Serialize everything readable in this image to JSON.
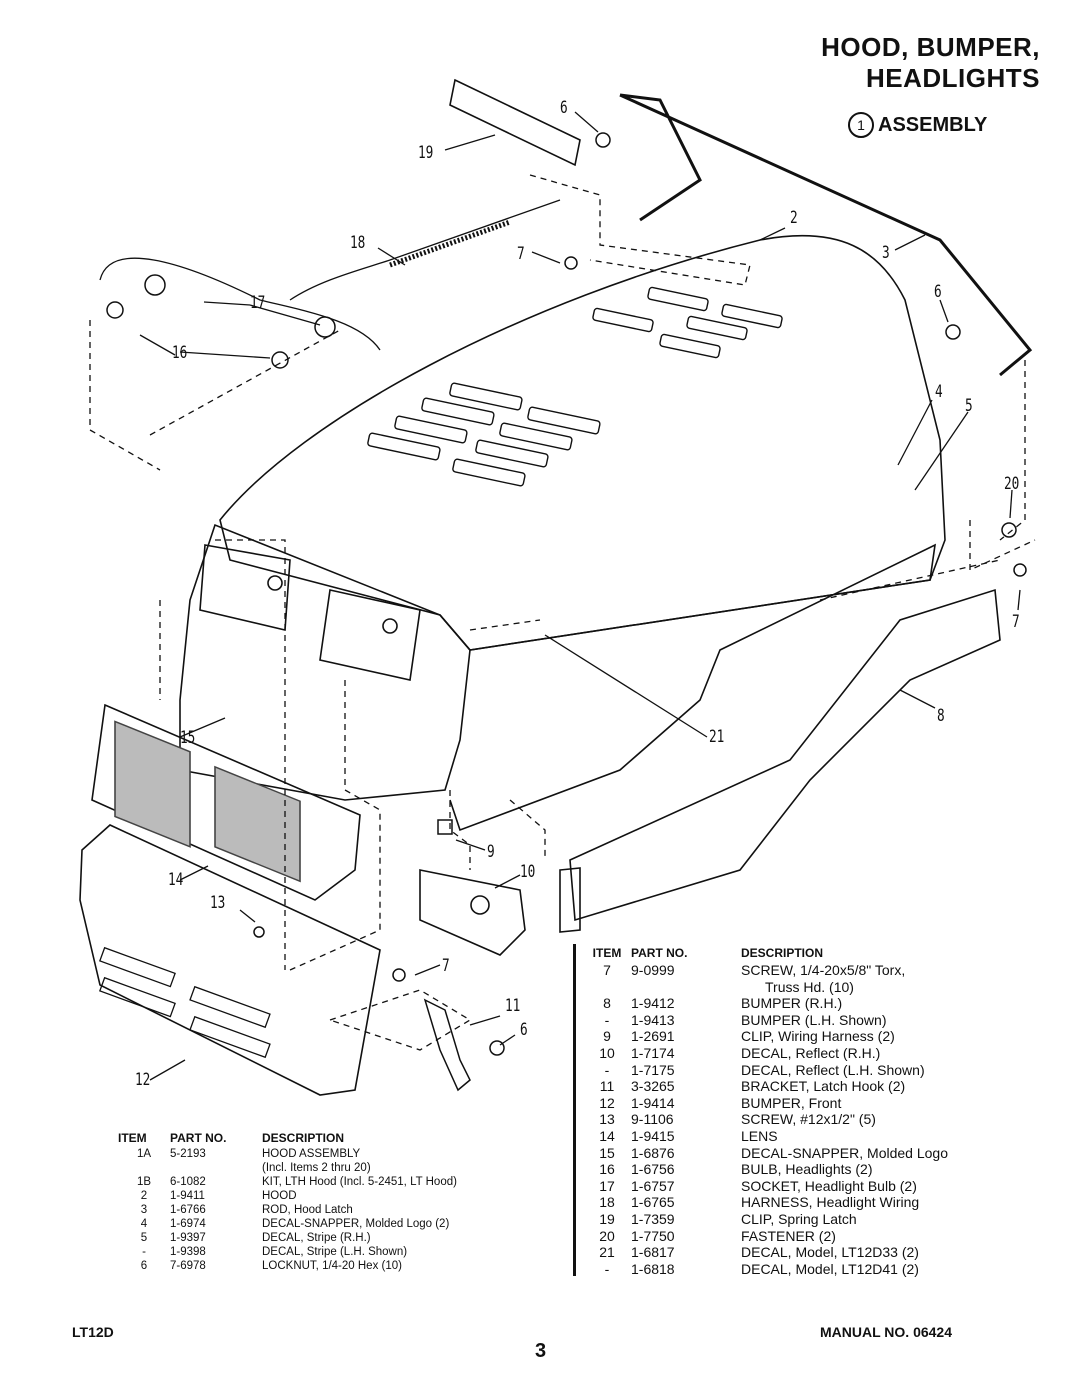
{
  "title": "HOOD, BUMPER, HEADLIGHTS",
  "assembly": {
    "number": "1",
    "label": "ASSEMBLY"
  },
  "callouts": [
    "6",
    "19",
    "18",
    "7",
    "2",
    "3",
    "6",
    "17",
    "16",
    "4",
    "5",
    "20",
    "7",
    "8",
    "15",
    "21",
    "9",
    "10",
    "14",
    "13",
    "7",
    "11",
    "6",
    "12"
  ],
  "left_table": {
    "headers": [
      "ITEM",
      "PART NO.",
      "DESCRIPTION"
    ],
    "rows": [
      [
        "1A",
        "5-2193",
        "HOOD ASSEMBLY"
      ],
      [
        "",
        "",
        "(Incl. Items 2 thru 20)"
      ],
      [
        "1B",
        "6-1082",
        "KIT, LTH Hood (Incl. 5-2451, LT Hood)"
      ],
      [
        "2",
        "1-9411",
        "HOOD"
      ],
      [
        "3",
        "1-6766",
        "ROD, Hood Latch"
      ],
      [
        "4",
        "1-6974",
        "DECAL-SNAPPER, Molded Logo (2)"
      ],
      [
        "5",
        "1-9397",
        "DECAL, Stripe (R.H.)"
      ],
      [
        "-",
        "1-9398",
        "DECAL, Stripe (L.H. Shown)"
      ],
      [
        "6",
        "7-6978",
        "LOCKNUT, 1/4-20 Hex (10)"
      ]
    ]
  },
  "right_table": {
    "headers": [
      "ITEM",
      "PART NO.",
      "DESCRIPTION"
    ],
    "rows": [
      [
        "7",
        "9-0999",
        "SCREW, 1/4-20x5/8\" Torx,"
      ],
      [
        "",
        "",
        "Truss Hd. (10)"
      ],
      [
        "8",
        "1-9412",
        "BUMPER (R.H.)"
      ],
      [
        "-",
        "1-9413",
        "BUMPER (L.H. Shown)"
      ],
      [
        "9",
        "1-2691",
        "CLIP, Wiring Harness (2)"
      ],
      [
        "10",
        "1-7174",
        "DECAL, Reflect (R.H.)"
      ],
      [
        "-",
        "1-7175",
        "DECAL, Reflect (L.H. Shown)"
      ],
      [
        "11",
        "3-3265",
        "BRACKET, Latch Hook (2)"
      ],
      [
        "12",
        "1-9414",
        "BUMPER, Front"
      ],
      [
        "13",
        "9-1106",
        "SCREW, #12x1/2\" (5)"
      ],
      [
        "14",
        "1-9415",
        "LENS"
      ],
      [
        "15",
        "1-6876",
        "DECAL-SNAPPER, Molded Logo"
      ],
      [
        "16",
        "1-6756",
        "BULB, Headlights (2)"
      ],
      [
        "17",
        "1-6757",
        "SOCKET, Headlight Bulb (2)"
      ],
      [
        "18",
        "1-6765",
        "HARNESS, Headlight Wiring"
      ],
      [
        "19",
        "1-7359",
        "CLIP, Spring Latch"
      ],
      [
        "20",
        "1-7750",
        "FASTENER (2)"
      ],
      [
        "21",
        "1-6817",
        "DECAL, Model, LT12D33 (2)"
      ],
      [
        "-",
        "1-6818",
        "DECAL, Model, LT12D41 (2)"
      ]
    ]
  },
  "footer": {
    "model": "LT12D",
    "manual": "MANUAL NO. 06424",
    "page": "3"
  }
}
